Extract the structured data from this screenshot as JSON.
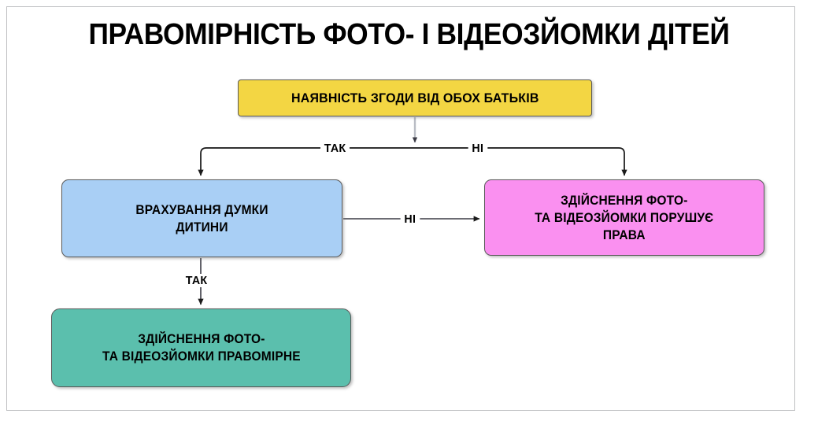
{
  "slide": {
    "title": "ПРАВОМІРНІСТЬ ФОТО- І ВІДЕОЗЙОМКИ ДІТЕЙ",
    "background_color": "#ffffff",
    "frame_color": "#bfc0c2"
  },
  "nodes": {
    "consent": {
      "text": "НАЯВНІСТЬ ЗГОДИ ВІД ОБОХ БАТЬКІВ",
      "color": "#f3d643",
      "shape": "rounded-rectangle"
    },
    "opinion": {
      "text": "ВРАХУВАННЯ ДУМКИ\nДИТИНИ",
      "color": "#a9cff5",
      "shape": "rounded-rectangle"
    },
    "violates": {
      "text": "ЗДІЙСНЕННЯ ФОТО-\nТА ВІДЕОЗЙОМКИ ПОРУШУЄ\nПРАВА",
      "color": "#fa90f0",
      "shape": "rounded-rectangle"
    },
    "lawful": {
      "text": "ЗДІЙСНЕННЯ ФОТО-\nТА ВІДЕОЗЙОМКИ ПРАВОМІРНЕ",
      "color": "#5bbfad",
      "shape": "rounded-rectangle"
    }
  },
  "edges": [
    {
      "id": "consent-yes",
      "label": "ТАК",
      "from": "consent",
      "to": "opinion"
    },
    {
      "id": "consent-no",
      "label": "НІ",
      "from": "consent",
      "to": "violates"
    },
    {
      "id": "opinion-no",
      "label": "НІ",
      "from": "opinion",
      "to": "violates"
    },
    {
      "id": "opinion-yes",
      "label": "ТАК",
      "from": "opinion",
      "to": "lawful"
    }
  ],
  "chart_data": {
    "type": "diagram",
    "title": "ПРАВОМІРНІСТЬ ФОТО- І ВІДЕОЗЙОМКИ ДІТЕЙ",
    "diagram_type": "decision-flowchart",
    "nodes": [
      {
        "id": "consent",
        "label": "НАЯВНІСТЬ ЗГОДИ ВІД ОБОХ БАТЬКІВ",
        "color": "#f3d643"
      },
      {
        "id": "opinion",
        "label": "ВРАХУВАННЯ ДУМКИ ДИТИНИ",
        "color": "#a9cff5"
      },
      {
        "id": "violates",
        "label": "ЗДІЙСНЕННЯ ФОТО- ТА ВІДЕОЗЙОМКИ ПОРУШУЄ ПРАВА",
        "color": "#fa90f0"
      },
      {
        "id": "lawful",
        "label": "ЗДІЙСНЕННЯ ФОТО- ТА ВІДЕОЗЙОМКИ ПРАВОМІРНЕ",
        "color": "#5bbfad"
      }
    ],
    "links": [
      {
        "from": "consent",
        "to": "opinion",
        "label": "ТАК"
      },
      {
        "from": "consent",
        "to": "violates",
        "label": "НІ"
      },
      {
        "from": "opinion",
        "to": "violates",
        "label": "НІ"
      },
      {
        "from": "opinion",
        "to": "lawful",
        "label": "ТАК"
      }
    ]
  }
}
